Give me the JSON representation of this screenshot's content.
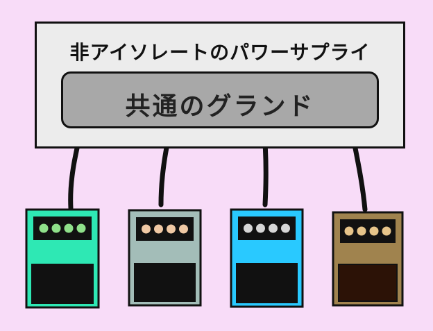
{
  "power_supply": {
    "title": "非アイソレートのパワーサプライ",
    "background_color": "#ececec"
  },
  "ground_bus": {
    "label": "共通のグランド",
    "color": "#a8a8a8"
  },
  "background_color": "#f8dcf8",
  "pedals": [
    {
      "body_color": "#2ee8b4",
      "knob_color": "#8fe08a",
      "top_color": "#111111",
      "bottom_color": "#111111",
      "knob_count": 4
    },
    {
      "body_color": "#a3bdb8",
      "knob_color": "#efc8a4",
      "top_color": "#111111",
      "bottom_color": "#111111",
      "knob_count": 4
    },
    {
      "body_color": "#29c9ff",
      "knob_color": "#d6d6d6",
      "top_color": "#111111",
      "bottom_color": "#111111",
      "knob_count": 4
    },
    {
      "body_color": "#a0834e",
      "knob_color": "#e6c48a",
      "top_color": "#111111",
      "bottom_color": "#2c1206",
      "knob_count": 4
    }
  ]
}
